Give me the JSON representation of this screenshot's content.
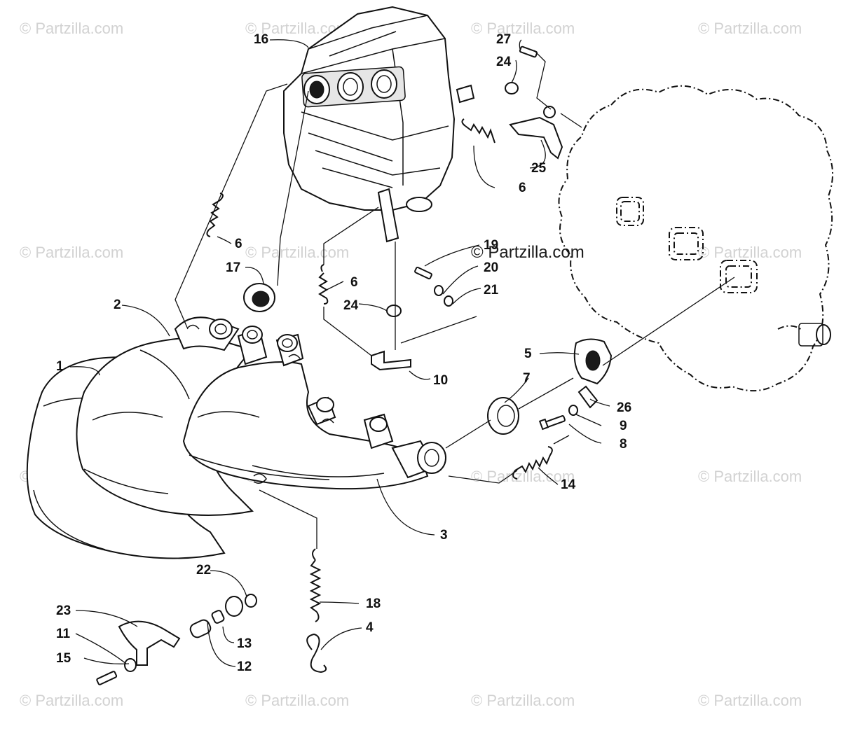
{
  "watermarks": {
    "text": "© Partzilla.com",
    "prominent_text": "© Partzilla.com"
  },
  "callouts": {
    "p1": "1",
    "p2": "2",
    "p3": "3",
    "p4": "4",
    "p5": "5",
    "p6a": "6",
    "p6b": "6",
    "p6c": "6",
    "p7": "7",
    "p8": "8",
    "p9": "9",
    "p10": "10",
    "p11": "11",
    "p12": "12",
    "p13": "13",
    "p14": "14",
    "p15": "15",
    "p16": "16",
    "p17": "17",
    "p18": "18",
    "p19": "19",
    "p20": "20",
    "p21": "21",
    "p22": "22",
    "p23": "23",
    "p24a": "24",
    "p24b": "24",
    "p25": "25",
    "p26": "26",
    "p27": "27"
  },
  "colors": {
    "line": "#111111",
    "watermark": "#d2d2d2",
    "background": "#ffffff"
  }
}
